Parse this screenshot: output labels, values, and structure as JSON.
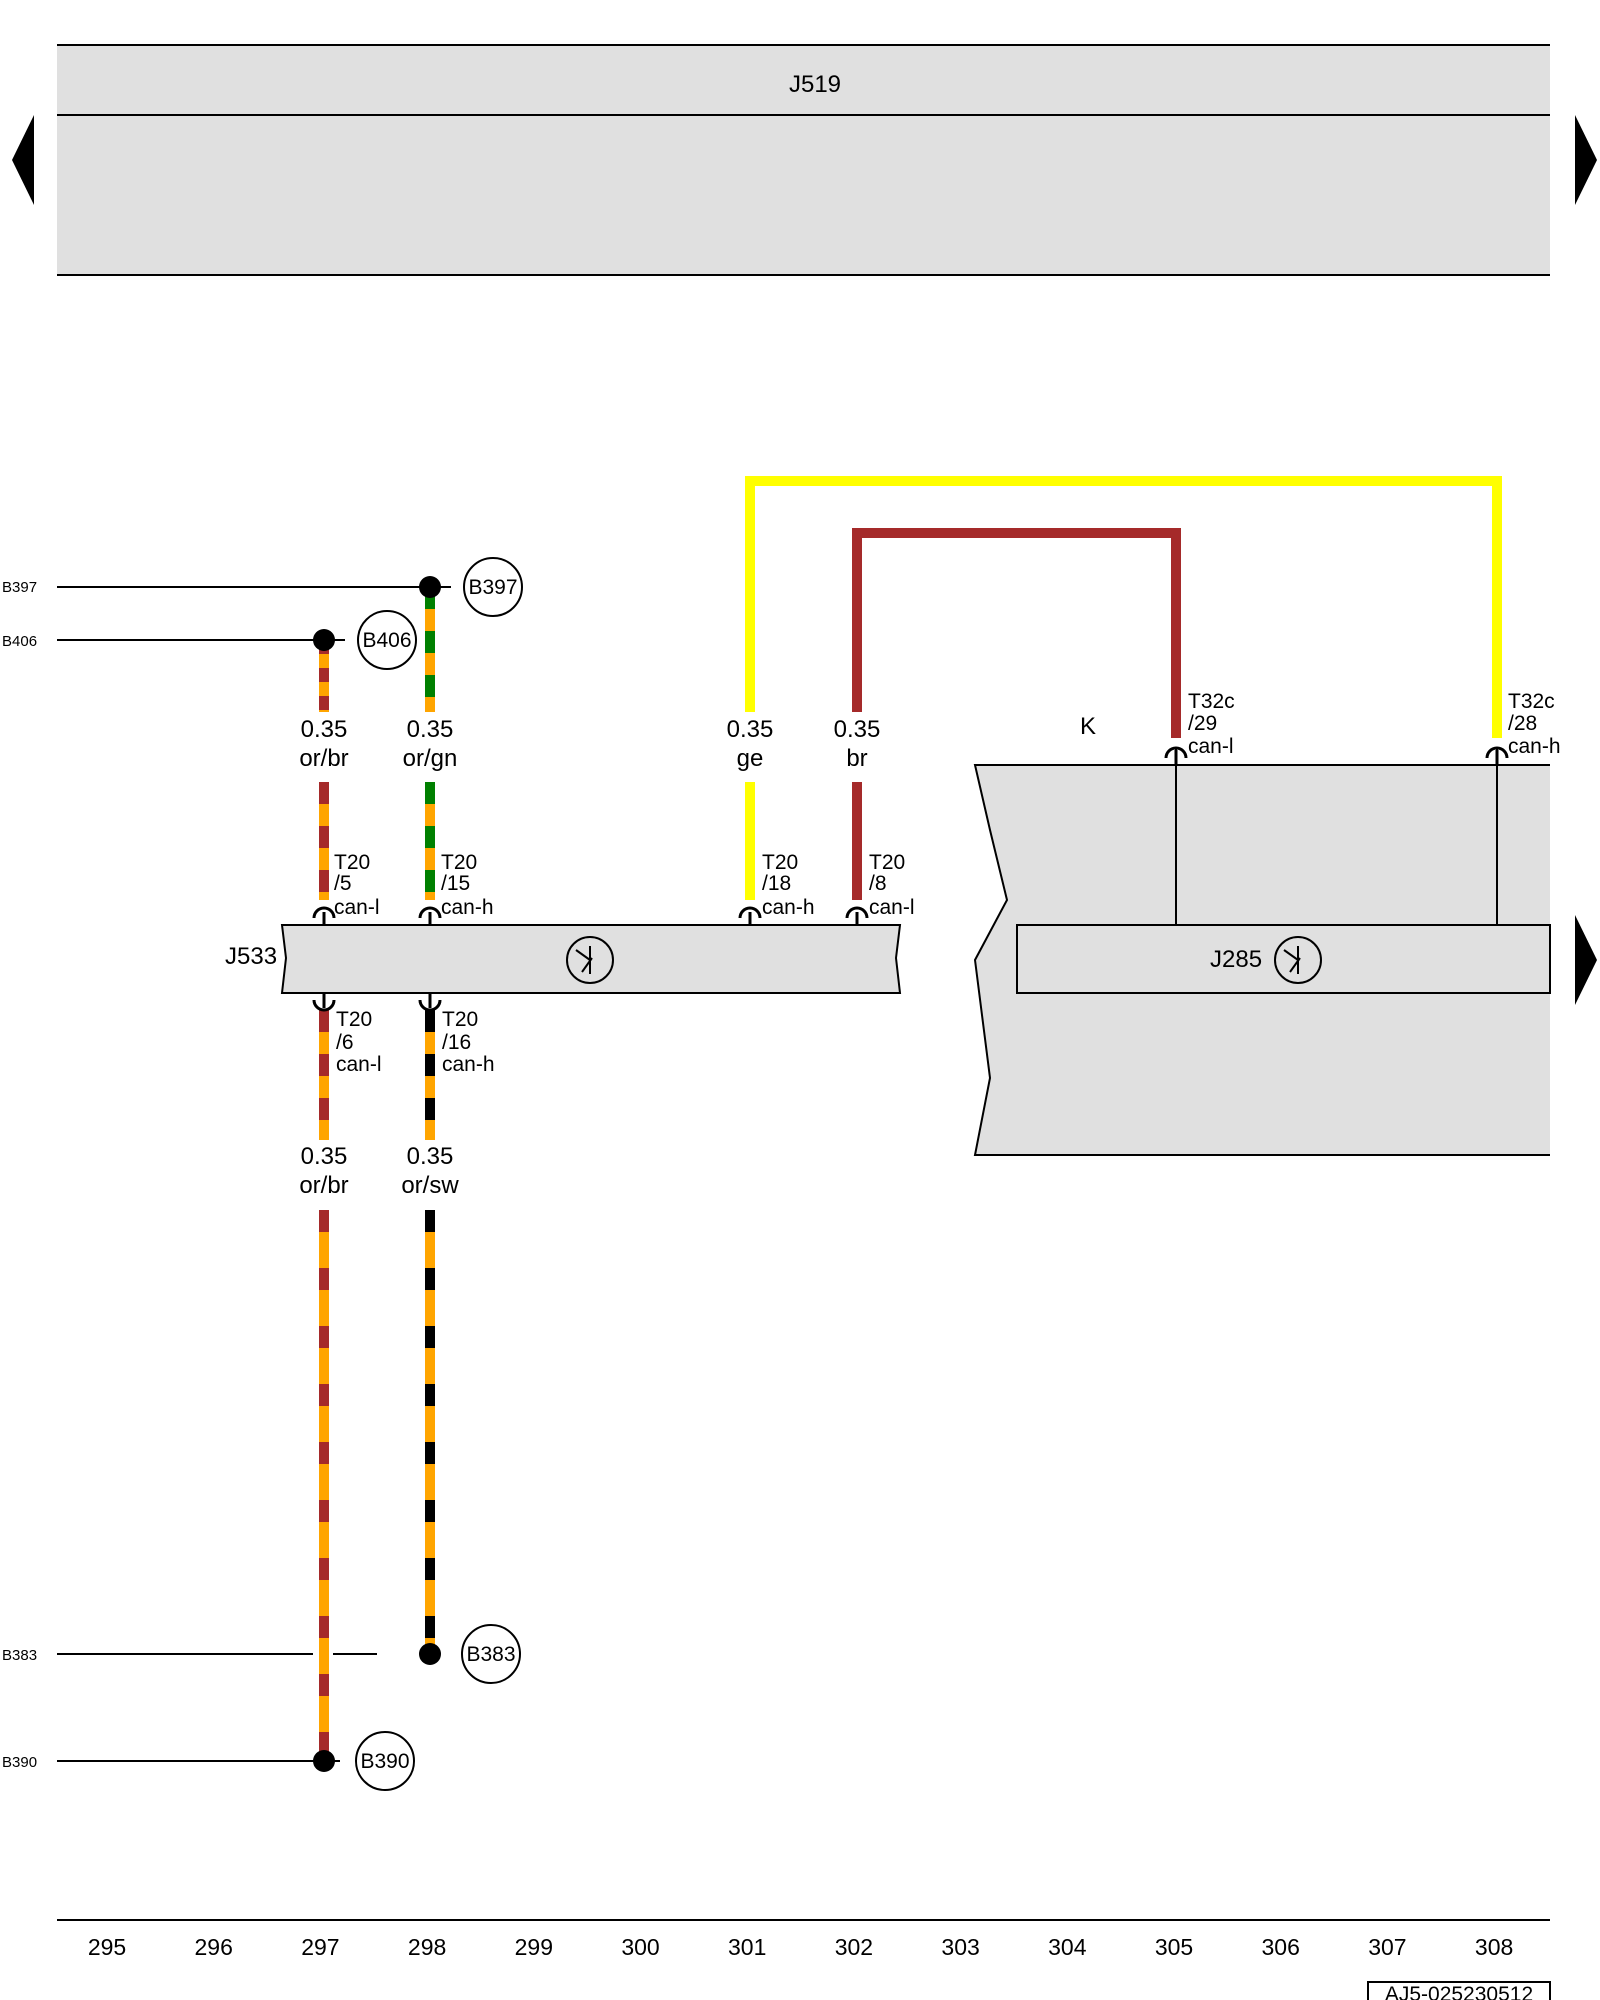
{
  "components": {
    "j519": "J519",
    "j533": "J533",
    "j285": "J285",
    "k": "K"
  },
  "left_edge_refs": {
    "b397": "B397",
    "b406": "B406",
    "b383": "B383",
    "b390": "B390"
  },
  "splice_refs": {
    "b397": "B397",
    "b406": "B406",
    "b383": "B383",
    "b390": "B390"
  },
  "wires": {
    "w297_top": {
      "size": "0.35",
      "color": "or/br"
    },
    "w298_top": {
      "size": "0.35",
      "color": "or/gn"
    },
    "w301": {
      "size": "0.35",
      "color": "ge"
    },
    "w302": {
      "size": "0.35",
      "color": "br"
    },
    "w297_bot": {
      "size": "0.35",
      "color": "or/br"
    },
    "w298_bot": {
      "size": "0.35",
      "color": "or/sw"
    }
  },
  "pins": {
    "t20_5": {
      "conn": "T20",
      "pin": "/5",
      "sig": "can-l"
    },
    "t20_15": {
      "conn": "T20",
      "pin": "/15",
      "sig": "can-h"
    },
    "t20_18": {
      "conn": "T20",
      "pin": "/18",
      "sig": "can-h"
    },
    "t20_8": {
      "conn": "T20",
      "pin": "/8",
      "sig": "can-l"
    },
    "t20_6": {
      "conn": "T20",
      "pin": "/6",
      "sig": "can-l"
    },
    "t20_16": {
      "conn": "T20",
      "pin": "/16",
      "sig": "can-h"
    },
    "t32c_29": {
      "conn": "T32c",
      "pin": "/29",
      "sig": "can-l"
    },
    "t32c_28": {
      "conn": "T32c",
      "pin": "/28",
      "sig": "can-h"
    }
  },
  "columns": [
    "295",
    "296",
    "297",
    "298",
    "299",
    "300",
    "301",
    "302",
    "303",
    "304",
    "305",
    "306",
    "307",
    "308"
  ],
  "footer_code": "AJ5-025230512",
  "colors": {
    "panel": "#e0e0e0",
    "orange": "#ffa500",
    "brown": "#a52a2a",
    "green": "#008000",
    "yellow": "#ffff00",
    "black": "#000000"
  }
}
